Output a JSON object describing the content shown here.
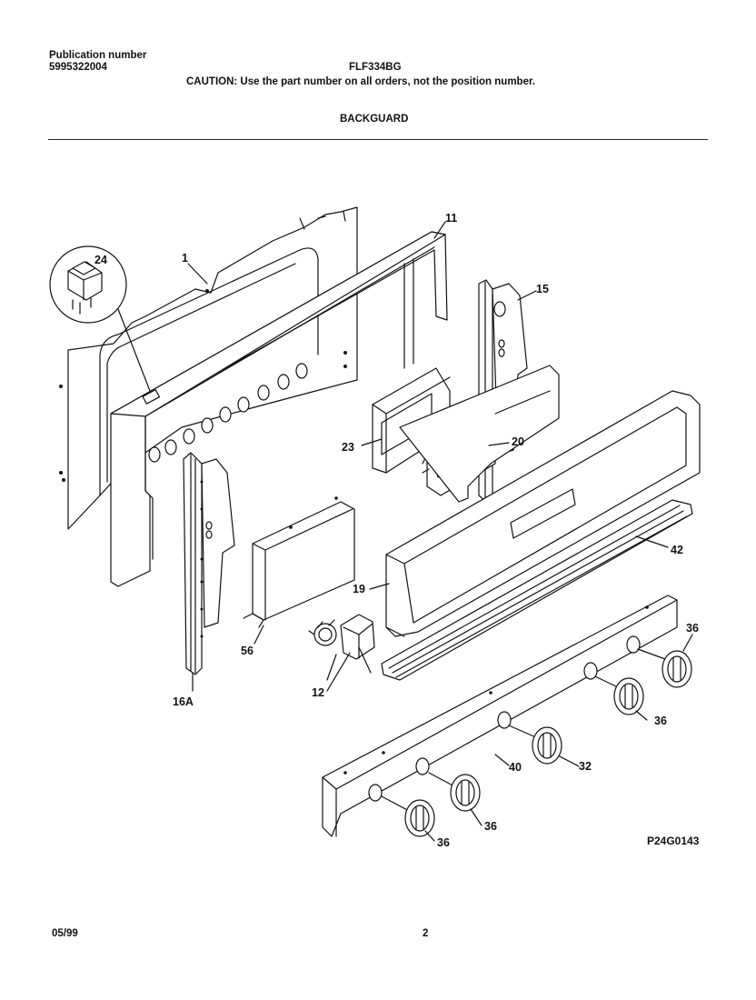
{
  "header": {
    "publication_label": "Publication number",
    "publication_number": "5995322004",
    "model": "FLF334BG",
    "caution": "CAUTION:  Use the part number on all orders, not the position number.",
    "section_title": "BACKGUARD"
  },
  "callouts": [
    {
      "id": "c24",
      "label": "24"
    },
    {
      "id": "c1",
      "label": "1"
    },
    {
      "id": "c11",
      "label": "11"
    },
    {
      "id": "c15",
      "label": "15"
    },
    {
      "id": "c23",
      "label": "23"
    },
    {
      "id": "c20",
      "label": "20"
    },
    {
      "id": "c42",
      "label": "42"
    },
    {
      "id": "c19",
      "label": "19"
    },
    {
      "id": "c56",
      "label": "56"
    },
    {
      "id": "c16a",
      "label": "16A"
    },
    {
      "id": "c12",
      "label": "12"
    },
    {
      "id": "c36a",
      "label": "36"
    },
    {
      "id": "c36b",
      "label": "36"
    },
    {
      "id": "c32",
      "label": "32"
    },
    {
      "id": "c40",
      "label": "40"
    },
    {
      "id": "c36c",
      "label": "36"
    },
    {
      "id": "c36d",
      "label": "36"
    }
  ],
  "footer": {
    "date": "05/99",
    "page_number": "2",
    "drawing_number": "P24G0143"
  }
}
